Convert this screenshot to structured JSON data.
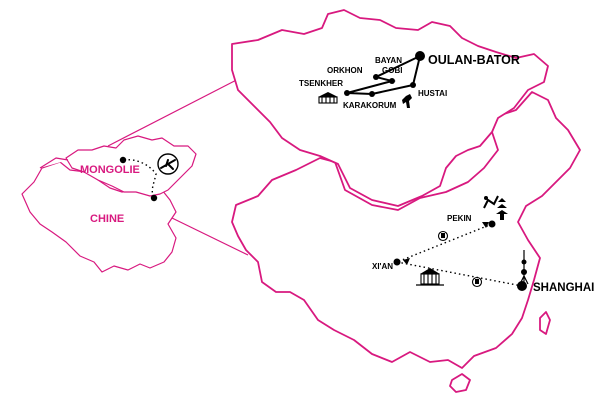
{
  "colors": {
    "accent": "#d8197f",
    "route": "#000000",
    "background": "#ffffff"
  },
  "overview": {
    "mongolia_label": "MONGOLIE",
    "china_label": "CHINE"
  },
  "mongolia_stops": {
    "oulan_bator": "OULAN-BATOR",
    "bayan": "BAYAN",
    "gobi": "GOBI",
    "orkhon": "ORKHON",
    "tsenkher": "TSENKHER",
    "hustai": "HUSTAI",
    "karakorum": "KARAKORUM"
  },
  "china_stops": {
    "pekin": "PEKIN",
    "xian": "XI'AN",
    "shanghai": "SHANGHAI"
  },
  "icons": [
    "airplane-icon",
    "train-icon",
    "yurt-icon",
    "horse-icon",
    "great-wall-icon",
    "pagoda-icon",
    "terracotta-icon",
    "tower-icon"
  ]
}
